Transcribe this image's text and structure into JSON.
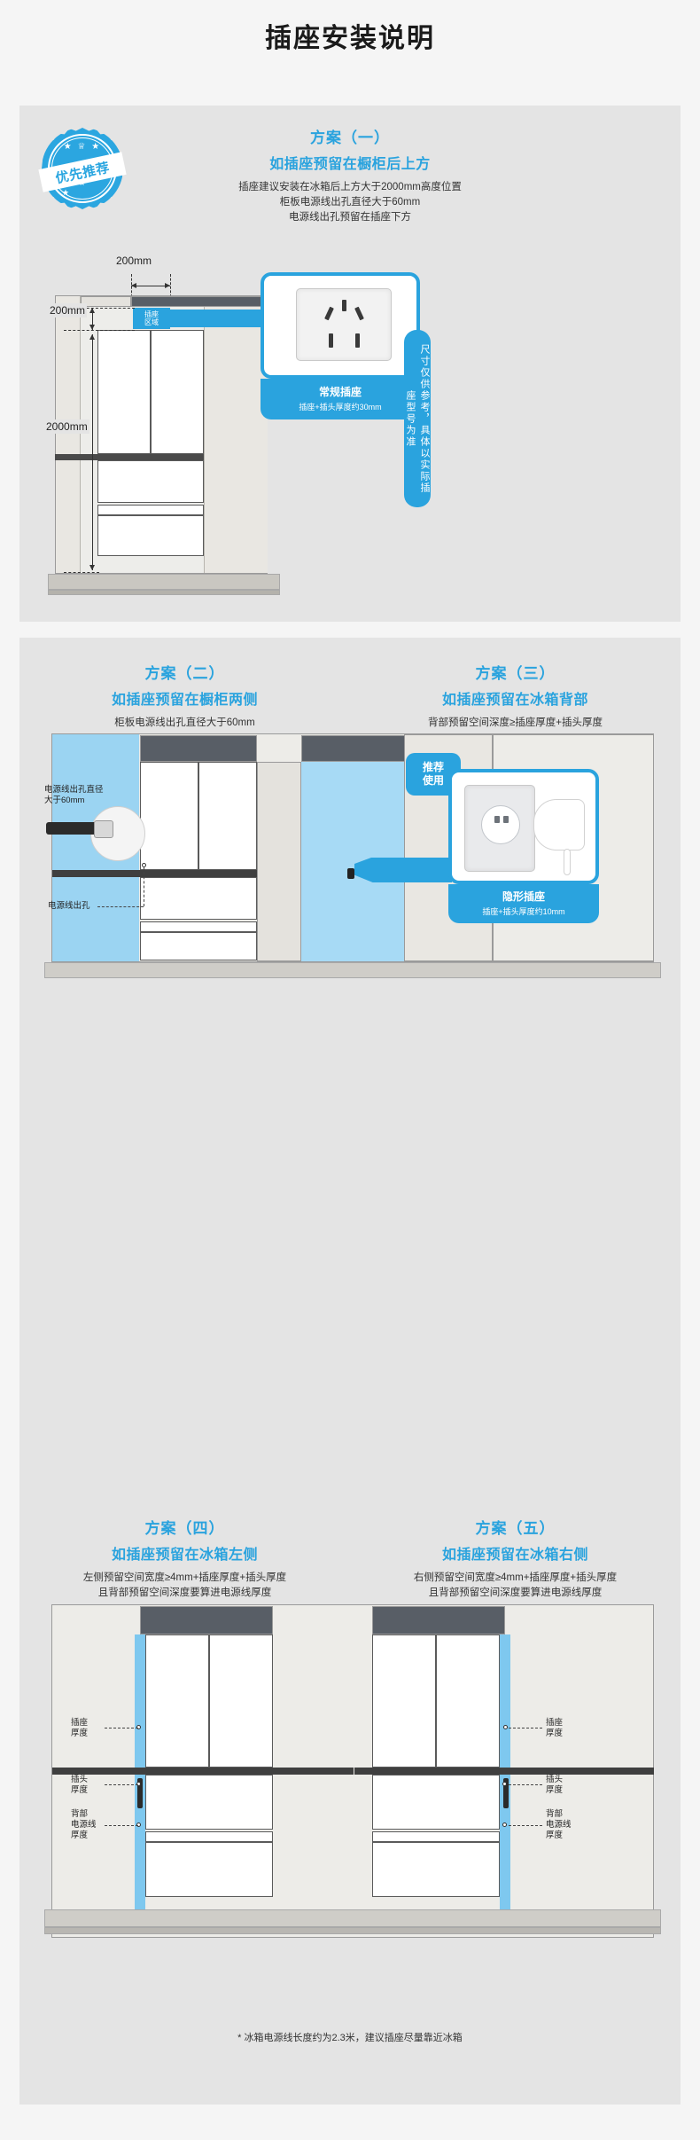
{
  "page": {
    "title": "插座安装说明"
  },
  "badge": {
    "text": "优先推荐",
    "crown": "★ ♕ ★",
    "stars": "★ ★ ★"
  },
  "plan1": {
    "number": "方案（一）",
    "subtitle": "如插座预留在橱柜后上方",
    "desc_line1": "插座建议安装在冰箱后上方大于2000mm高度位置",
    "desc_line2": "柜板电源线出孔直径大于60mm",
    "desc_line3": "电源线出孔预留在插座下方",
    "dim_top": "200mm",
    "dim_left_top": "200mm",
    "dim_left_bottom": "2000mm",
    "zone_label_1": "插座",
    "zone_label_2": "区域",
    "callout_title": "常规插座",
    "callout_sub": "插座+插头厚度约30mm",
    "vertical_note": "尺寸仅供参考，具体以实际插座型号为准"
  },
  "plan2": {
    "number": "方案（二）",
    "subtitle": "如插座预留在橱柜两侧",
    "desc": "柜板电源线出孔直径大于60mm",
    "label_hole_1": "电源线出孔直径",
    "label_hole_2": "大于60mm",
    "label_outlet": "电源线出孔"
  },
  "plan3": {
    "number": "方案（三）",
    "subtitle": "如插座预留在冰箱背部",
    "desc": "背部预留空间深度≥插座厚度+插头厚度",
    "rec_badge_1": "推荐",
    "rec_badge_2": "使用",
    "callout_title": "隐形插座",
    "callout_sub": "插座+插头厚度约10mm"
  },
  "plan4": {
    "number": "方案（四）",
    "subtitle": "如插座预留在冰箱左侧",
    "desc_line1": "左侧预留空间宽度≥4mm+插座厚度+插头厚度",
    "desc_line2": "且背部预留空间深度要算进电源线厚度",
    "label_socket": "插座\n厚度",
    "label_plug": "插头\n厚度",
    "label_back": "背部\n电源线\n厚度"
  },
  "plan5": {
    "number": "方案（五）",
    "subtitle": "如插座预留在冰箱右侧",
    "desc_line1": "右侧预留空间宽度≥4mm+插座厚度+插头厚度",
    "desc_line2": "且背部预留空间深度要算进电源线厚度",
    "label_socket": "插座\n厚度",
    "label_plug": "插头\n厚度",
    "label_back": "背部\n电源线\n厚度"
  },
  "footer": {
    "note": "* 冰箱电源线长度约为2.3米，建议插座尽量靠近冰箱"
  },
  "colors": {
    "accent": "#2aa3de",
    "panel_bg": "#e4e4e4",
    "page_bg": "#f5f5f5",
    "text": "#333333"
  }
}
